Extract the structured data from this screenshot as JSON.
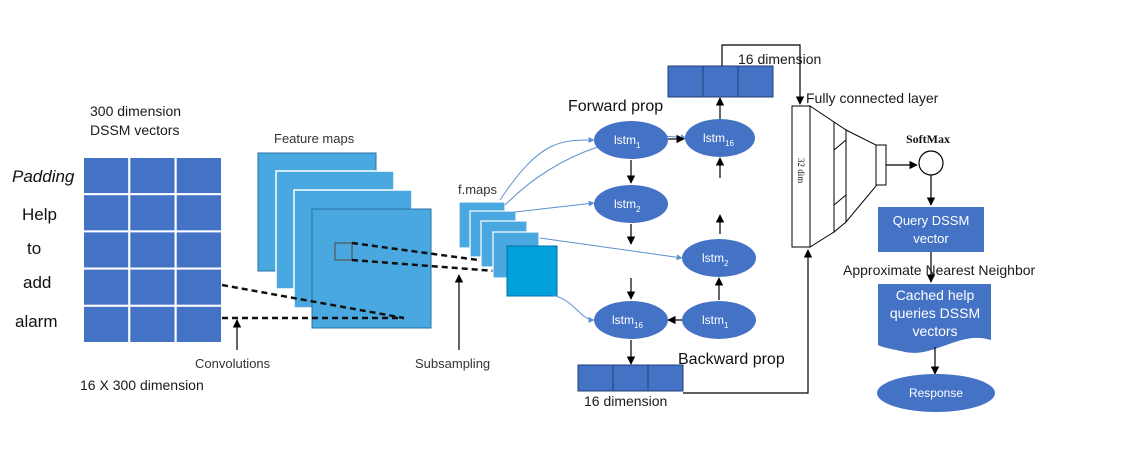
{
  "colors": {
    "grid_blue": "#4472c4",
    "feature_blue": "#4aa8e0",
    "ellipse_blue": "#4472c4",
    "output_blue": "#00a0dc",
    "line_blue": "#5b8fd0"
  },
  "input": {
    "title_line1": "300 dimension",
    "title_line2": "DSSM vectors",
    "words": [
      "Padding",
      "Help",
      "to",
      "add",
      "alarm"
    ],
    "caption": "16 X 300 dimension"
  },
  "cnn": {
    "feature_maps_label": "Feature maps",
    "fmaps_label": "f.maps",
    "convolutions_label": "Convolutions",
    "subsampling_label": "Subsampling"
  },
  "lstm": {
    "forward_label": "Forward prop",
    "backward_label": "Backward prop",
    "name": "lstm",
    "forward_units": [
      {
        "sub": "1"
      },
      {
        "sub": "2"
      },
      {
        "sub": "16"
      },
      {
        "sub": "16"
      }
    ],
    "backward_units": [
      {
        "sub": "2"
      },
      {
        "sub": "1"
      }
    ],
    "top_dim_label": "16 dimension",
    "bottom_dim_label": "16 dimension"
  },
  "dense": {
    "fc_label": "Fully connected layer",
    "dim_label": "32 dim",
    "softmax_label": "SoftMax"
  },
  "output": {
    "query_line1": "Query DSSM",
    "query_line2": "vector",
    "ann_label": "Approximate Nearest Neighbor",
    "cached_line1": "Cached help",
    "cached_line2": "queries DSSM",
    "cached_line3": "vectors",
    "response_label": "Response"
  }
}
